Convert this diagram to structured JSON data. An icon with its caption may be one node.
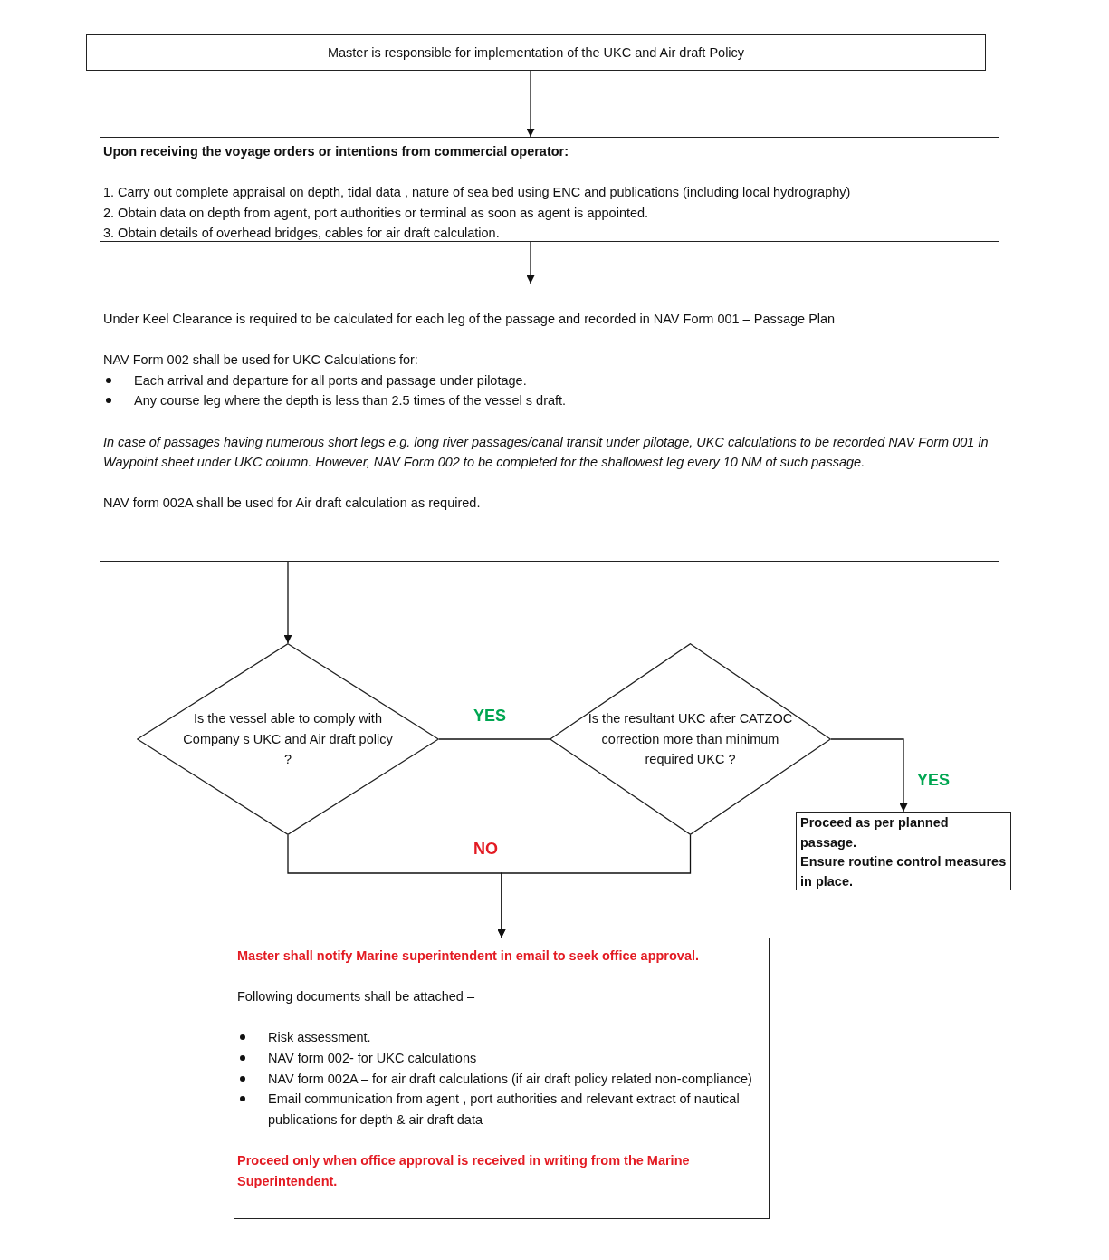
{
  "diagram": {
    "nodes": [
      {
        "text": [
          "Master is responsible for implementation of the UKC and Air draft Policy"
        ]
      },
      {
        "text": [
          "Upon receiving the voyage orders or intentions from commercial operator:",
          "1. Carry out complete appraisal on depth, tidal data , nature of sea bed using ENC and publications (including local  hydrography)",
          "2. Obtain data on depth from agent, port authorities or terminal as soon as agent is  appointed.",
          "3. Obtain details of overhead bridges, cables for air draft calculation."
        ]
      },
      {
        "text": [
          "Under Keel Clearance is required to be calculated for each leg of the passage and recorded in  NAV Form 001 – Passage Plan",
          "NAV Form 002 shall be used for UKC Calculations for:",
          "Each arrival and departure for all ports and passage under pilotage.",
          "Any course leg where the depth is less than 2.5 times of the vessel s draft.",
          "In case of passages having numerous short legs e.g. long river passages/canal transit under pilotage, UKC calculations to be recorded NAV Form 001  in Waypoint sheet under UKC column. However, NAV Form 002 to be completed for the shallowest leg every 10 NM of such passage.",
          "NAV form 002A shall be used for Air draft calculation as required."
        ]
      },
      {
        "text": [
          "Is the vessel able to comply with Company s UKC and Air draft policy ?"
        ]
      },
      {
        "text": [
          "Is the resultant UKC after CATZOC correction more than minimum required UKC ?"
        ]
      },
      {
        "text": [
          "Proceed as per planned passage.",
          "Ensure routine control measures in place."
        ]
      },
      {
        "text": [
          "Master shall notify Marine superintendent in email to seek office approval.",
          "Following documents shall be attached –",
          "Risk assessment.",
          "NAV form 002- for UKC calculations",
          "NAV form 002A – for air draft calculations (if air draft policy related non-compliance)",
          "Email communication from agent , port authorities and relevant extract of nautical publications for depth & air draft data",
          "Proceed only when office approval is received in writing from the Marine Superintendent."
        ]
      }
    ],
    "edges": [
      {
        "from": 0,
        "to": 1,
        "arrow": "to"
      },
      {
        "from": 1,
        "to": 2,
        "arrow": "to"
      },
      {
        "from": 2,
        "to": 3,
        "arrow": "to"
      },
      {
        "from": 3,
        "to": 4,
        "arrow": "none",
        "label": "YES"
      },
      {
        "from": 4,
        "to": 5,
        "arrow": "to",
        "label": "YES"
      },
      {
        "from": 3,
        "to": 6,
        "arrow": "to",
        "label": "NO"
      },
      {
        "from": 4,
        "to": 6,
        "arrow": "to"
      }
    ]
  }
}
